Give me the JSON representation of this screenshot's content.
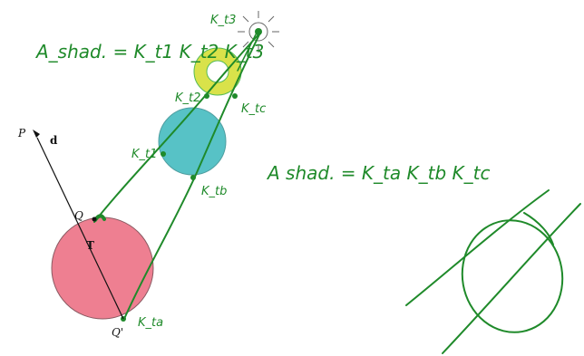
{
  "labels": {
    "eq_top": "A_shad. = K_t1 K_t2 K_t3",
    "eq_right": "A shad. = K_ta K_tb K_tc",
    "kt1": "K_t1",
    "kt2": "K_t2",
    "kt3": "K_t3",
    "kta": "K_ta",
    "ktb": "K_tb",
    "ktc": "K_tc",
    "p": "P",
    "d": "d",
    "q": "Q",
    "t": "T",
    "qprime": "Q'"
  },
  "colors": {
    "ink_green": "#1f8a2a",
    "yellow": "#d9e24a",
    "teal": "#57c2c6",
    "pink": "#ee7f91",
    "black": "#111111"
  },
  "icons": {
    "light": "sun-icon"
  }
}
